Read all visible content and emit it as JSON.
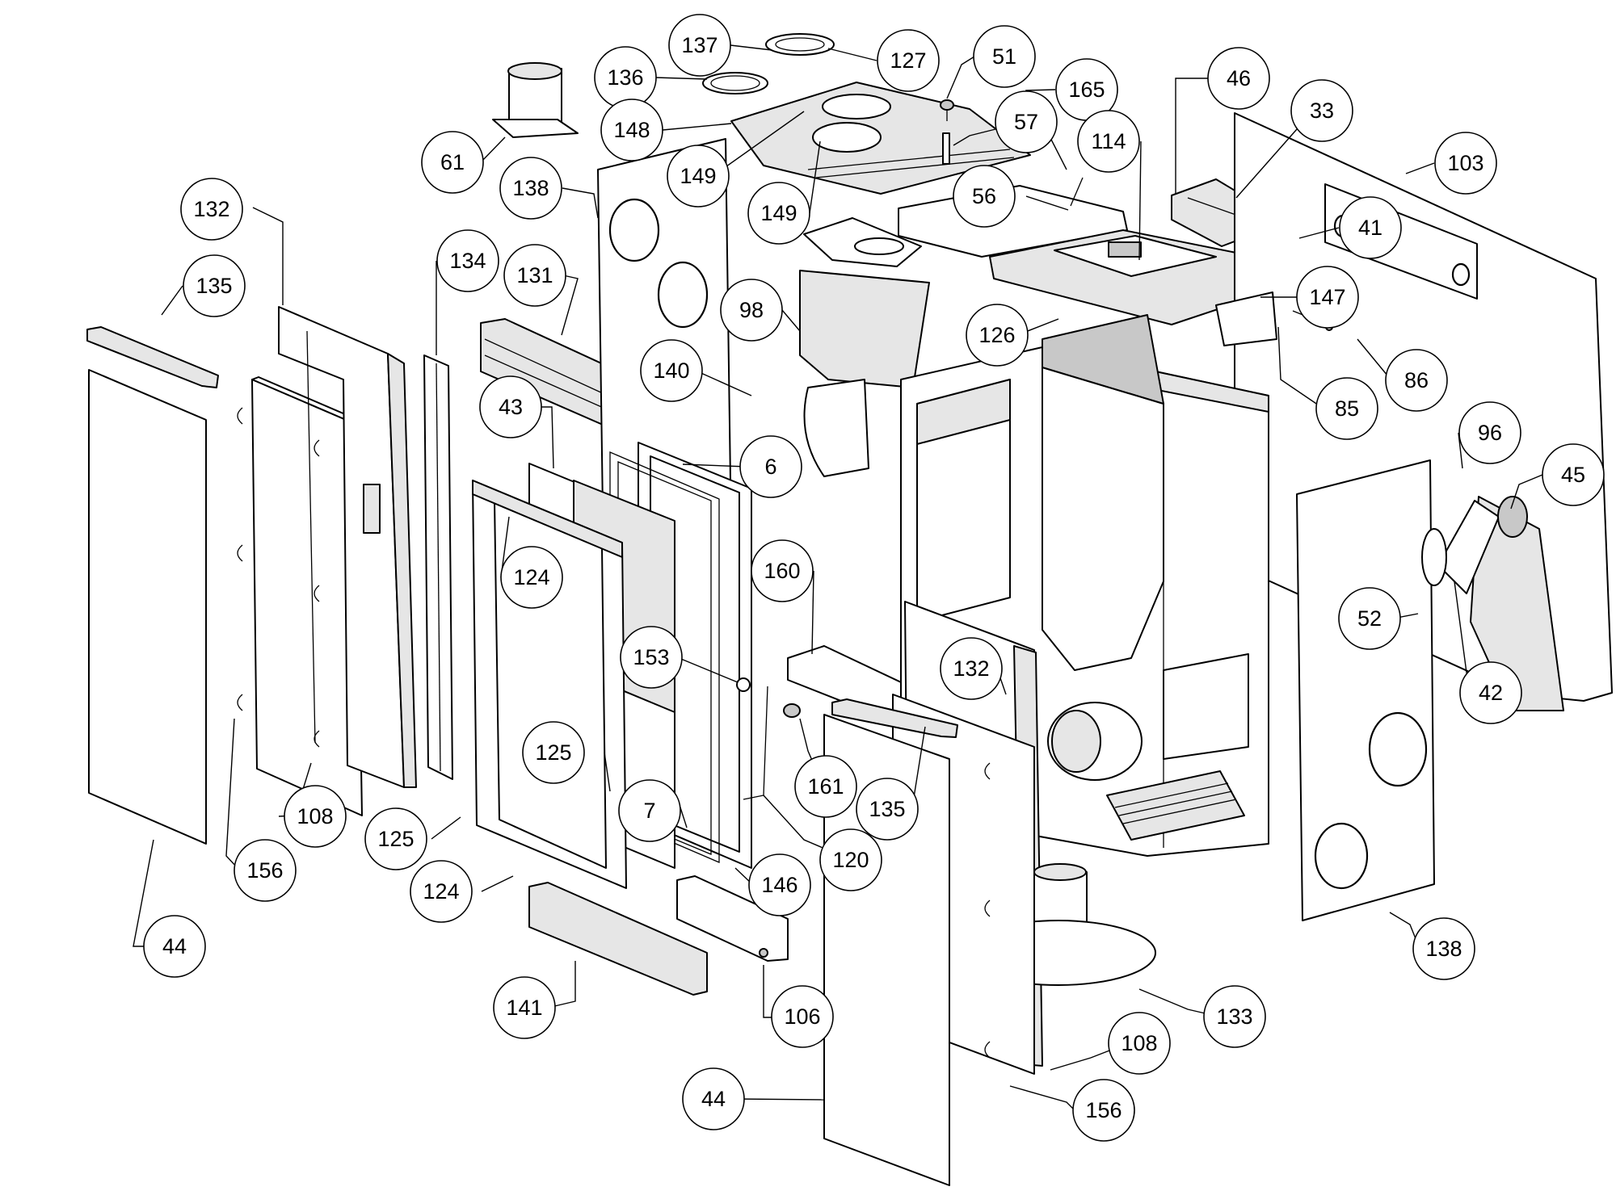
{
  "diagram": {
    "callouts": [
      {
        "id": "c137",
        "label": "137"
      },
      {
        "id": "c127",
        "label": "127"
      },
      {
        "id": "c51",
        "label": "51"
      },
      {
        "id": "c136",
        "label": "136"
      },
      {
        "id": "c165",
        "label": "165"
      },
      {
        "id": "c46",
        "label": "46"
      },
      {
        "id": "c148",
        "label": "148"
      },
      {
        "id": "c57",
        "label": "57"
      },
      {
        "id": "c114",
        "label": "114"
      },
      {
        "id": "c33",
        "label": "33"
      },
      {
        "id": "c61",
        "label": "61"
      },
      {
        "id": "c138a",
        "label": "138"
      },
      {
        "id": "c149a",
        "label": "149"
      },
      {
        "id": "c103",
        "label": "103"
      },
      {
        "id": "c56",
        "label": "56"
      },
      {
        "id": "c149b",
        "label": "149"
      },
      {
        "id": "c41",
        "label": "41"
      },
      {
        "id": "c132a",
        "label": "132"
      },
      {
        "id": "c134",
        "label": "134"
      },
      {
        "id": "c131",
        "label": "131"
      },
      {
        "id": "c135a",
        "label": "135"
      },
      {
        "id": "c98",
        "label": "98"
      },
      {
        "id": "c147",
        "label": "147"
      },
      {
        "id": "c126",
        "label": "126"
      },
      {
        "id": "c140",
        "label": "140"
      },
      {
        "id": "c86",
        "label": "86"
      },
      {
        "id": "c43",
        "label": "43"
      },
      {
        "id": "c85",
        "label": "85"
      },
      {
        "id": "c96",
        "label": "96"
      },
      {
        "id": "c6",
        "label": "6"
      },
      {
        "id": "c45",
        "label": "45"
      },
      {
        "id": "c160",
        "label": "160"
      },
      {
        "id": "c124a",
        "label": "124"
      },
      {
        "id": "c52",
        "label": "52"
      },
      {
        "id": "c153",
        "label": "153"
      },
      {
        "id": "c132b",
        "label": "132"
      },
      {
        "id": "c42",
        "label": "42"
      },
      {
        "id": "c125a",
        "label": "125"
      },
      {
        "id": "c161",
        "label": "161"
      },
      {
        "id": "c7",
        "label": "7"
      },
      {
        "id": "c135b",
        "label": "135"
      },
      {
        "id": "c108a",
        "label": "108"
      },
      {
        "id": "c125b",
        "label": "125"
      },
      {
        "id": "c120",
        "label": "120"
      },
      {
        "id": "c156a",
        "label": "156"
      },
      {
        "id": "c146",
        "label": "146"
      },
      {
        "id": "c124b",
        "label": "124"
      },
      {
        "id": "c44a",
        "label": "44"
      },
      {
        "id": "c138b",
        "label": "138"
      },
      {
        "id": "c141",
        "label": "141"
      },
      {
        "id": "c106",
        "label": "106"
      },
      {
        "id": "c133",
        "label": "133"
      },
      {
        "id": "c108b",
        "label": "108"
      },
      {
        "id": "c44b",
        "label": "44"
      },
      {
        "id": "c156b",
        "label": "156"
      }
    ]
  }
}
